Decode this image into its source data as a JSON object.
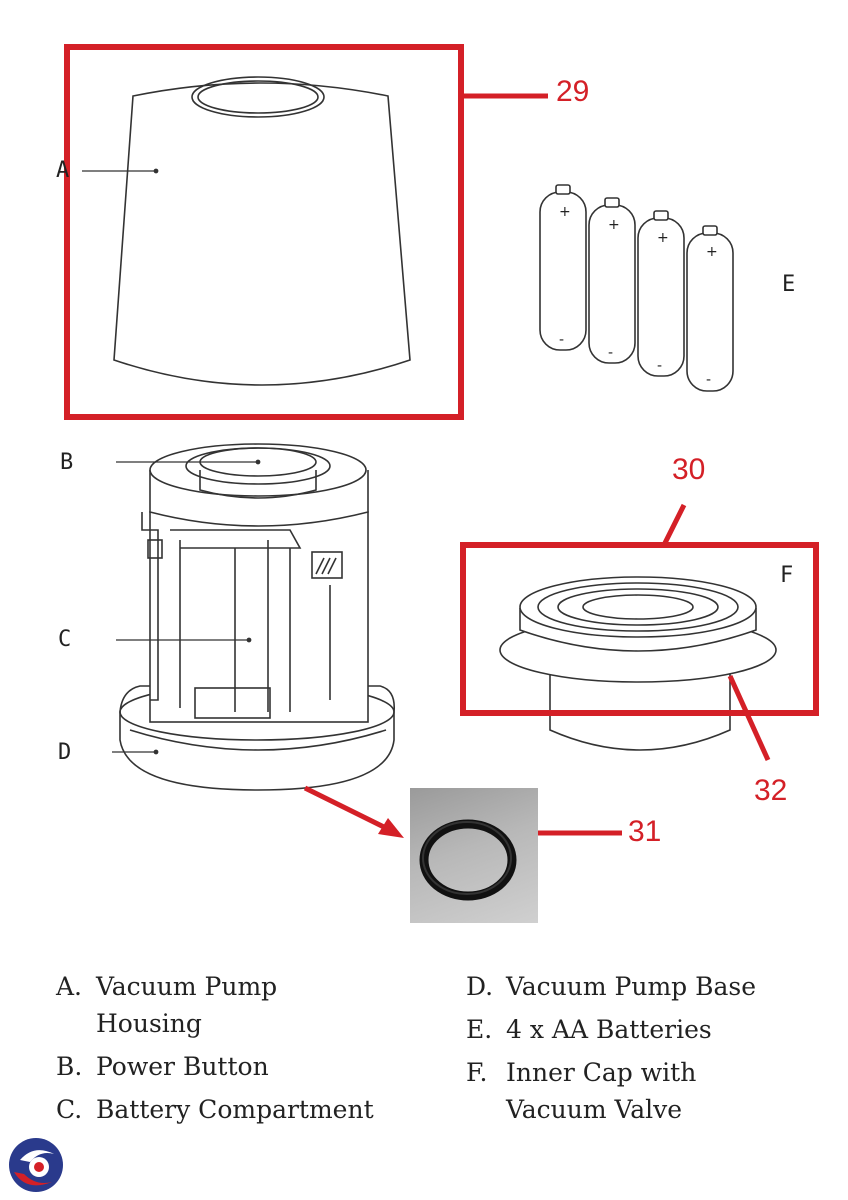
{
  "parts": {
    "A": "A",
    "B": "B",
    "C": "C",
    "D": "D",
    "E": "E",
    "F": "F"
  },
  "callouts": {
    "n29": "29",
    "n30": "30",
    "n31": "31",
    "n32": "32"
  },
  "legend": {
    "left": [
      {
        "letter": "A.",
        "text": "Vacuum Pump\nHousing"
      },
      {
        "letter": "B.",
        "text": "Power Button"
      },
      {
        "letter": "C.",
        "text": "Battery Compartment"
      }
    ],
    "right": [
      {
        "letter": "D.",
        "text": "Vacuum Pump Base"
      },
      {
        "letter": "E.",
        "text": "4 x AA Batteries"
      },
      {
        "letter": "F.",
        "text": "Inner Cap with\nVacuum Valve"
      }
    ]
  },
  "colors": {
    "highlight": "#d42027",
    "line_art": "#333333"
  },
  "icons": {
    "logo": "circular-logo-icon"
  }
}
